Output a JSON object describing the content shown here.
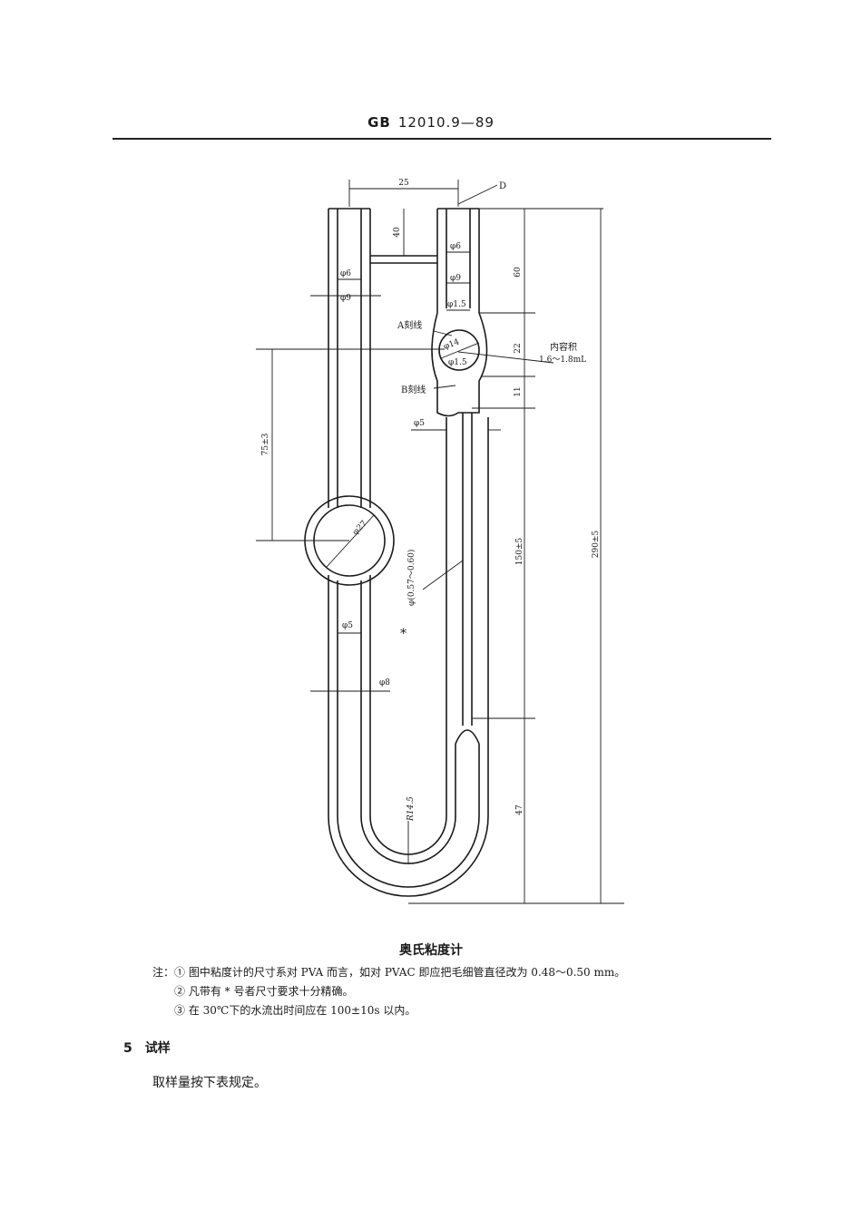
{
  "header": {
    "standard_prefix": "GB",
    "standard_number": "12010.9—89"
  },
  "figure": {
    "labels": {
      "dim_top_width": "25",
      "callout_d": "D",
      "dim_40": "40",
      "dim_60": "60",
      "dim_22": "22",
      "dim_11": "11",
      "dim_75": "75±3",
      "dim_150": "150±5",
      "dim_290": "290±5",
      "dim_47": "47",
      "phi6_left": "φ6",
      "phi9_left": "φ9",
      "phi6_right": "φ6",
      "phi9_right": "φ9",
      "phi1_5_top": "φ1.5",
      "phi14": "φ14",
      "phi1_5_bulb": "φ1.5",
      "phi5_right": "φ5",
      "phi27": "φ27",
      "phi_capillary": "φ(0.57～0.60)",
      "star": "*",
      "phi5_left": "φ5",
      "phi8": "φ8",
      "radius": "R14.5",
      "mark_a": "A刻线",
      "mark_b": "B刻线",
      "volume_label": "内容积",
      "volume_value": "1.6～1.8mL"
    }
  },
  "caption": "奥氏粘度计",
  "notes": {
    "prefix": "注：",
    "items": [
      "① 图中粘度计的尺寸系对 PVA 而言，如对 PVAC 即应把毛细管直径改为 0.48～0.50 mm。",
      "② 凡带有 * 号者尺寸要求十分精确。",
      "③ 在 30℃下的水流出时间应在 100±10s 以内。"
    ]
  },
  "section": {
    "number": "5",
    "title": "试样"
  },
  "paragraph": "取样量按下表规定。"
}
